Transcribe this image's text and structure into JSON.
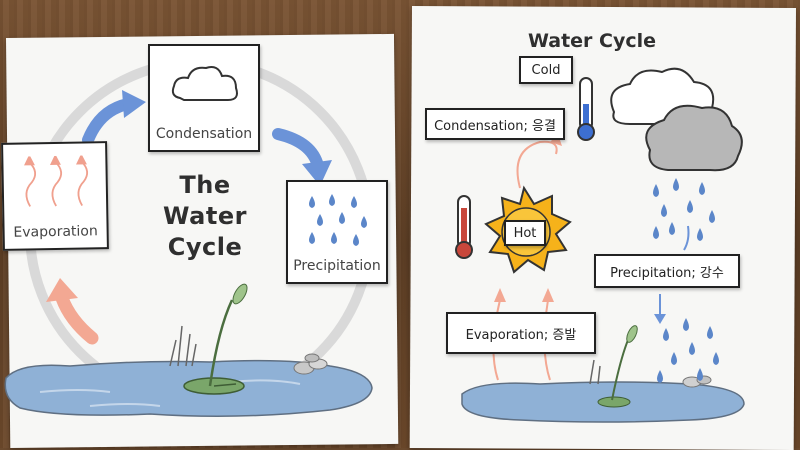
{
  "left_poster": {
    "title_line1": "The",
    "title_line2": "Water",
    "title_line3": "Cycle",
    "cards": {
      "evaporation": "Evaporation",
      "condensation": "Condensation",
      "precipitation": "Precipitation"
    }
  },
  "right_poster": {
    "title": "Water Cycle",
    "labels": {
      "cold": "Cold",
      "hot": "Hot",
      "condensation": "Condensation; 응결",
      "precipitation": "Precipitation; 강수",
      "evaporation": "Evaporation; 증발"
    }
  },
  "colors": {
    "water": "#8fb1d6",
    "rain": "#5b86c9",
    "arrow_blue": "#5f86d2",
    "arrow_pink": "#f2a08e",
    "sun": "#f6b21a",
    "thermometer_red": "#c8473b",
    "thermometer_blue": "#3d6fd1"
  }
}
